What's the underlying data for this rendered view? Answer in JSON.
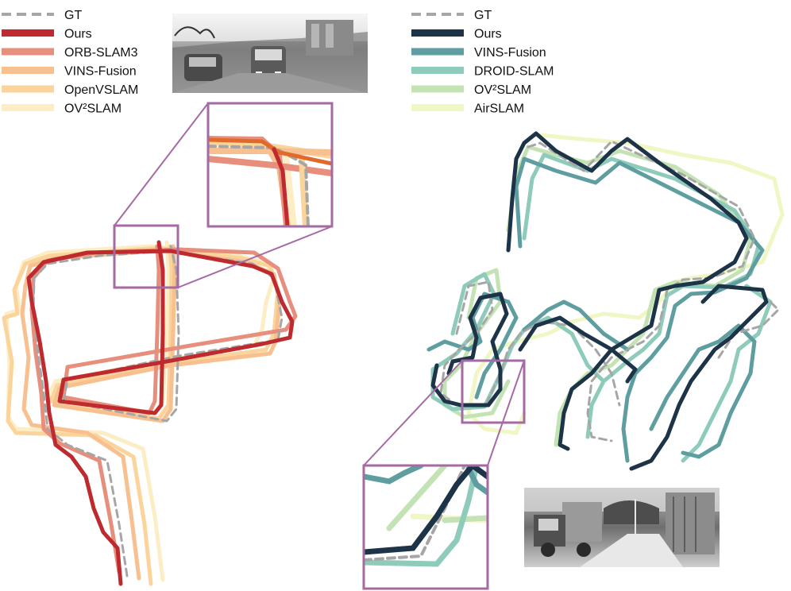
{
  "left_panel": {
    "legend": [
      {
        "label": "GT",
        "color": "#a6a6a6",
        "dashed": true
      },
      {
        "label": "Ours",
        "color": "#be2a2e",
        "dashed": false
      },
      {
        "label": "ORB-SLAM3",
        "color": "#e78e7c",
        "dashed": false
      },
      {
        "label": "VINS-Fusion",
        "color": "#f8bf8f",
        "dashed": false
      },
      {
        "label": "OpenVSLAM",
        "color": "#fbd49c",
        "dashed": false
      },
      {
        "label": "OV²SLAM",
        "color": "#fdedc5",
        "dashed": false
      }
    ],
    "inset_photo_icon": "thermal-street-photo",
    "zoom_color": "#a569a4"
  },
  "right_panel": {
    "legend": [
      {
        "label": "GT",
        "color": "#a6a6a6",
        "dashed": true
      },
      {
        "label": "Ours",
        "color": "#1d3347",
        "dashed": false
      },
      {
        "label": "VINS-Fusion",
        "color": "#5f9ea0",
        "dashed": false
      },
      {
        "label": "DROID-SLAM",
        "color": "#8fcbbb",
        "dashed": false
      },
      {
        "label": "OV²SLAM",
        "color": "#c4e3b4",
        "dashed": false
      },
      {
        "label": "AirSLAM",
        "color": "#f1f7c4",
        "dashed": false
      }
    ],
    "inset_photo_icon": "thermal-truck-photo",
    "zoom_color": "#a569a4"
  }
}
